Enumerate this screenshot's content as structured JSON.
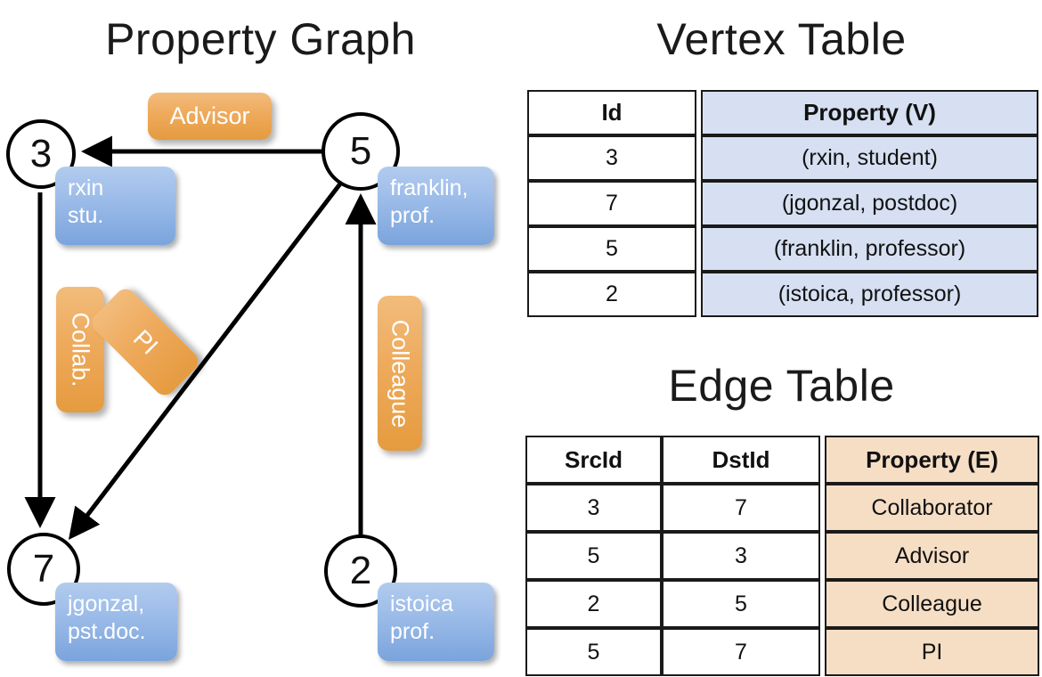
{
  "titles": {
    "property_graph": "Property Graph",
    "vertex_table": "Vertex Table",
    "edge_table": "Edge Table"
  },
  "graph": {
    "nodes": [
      {
        "id": "3",
        "name": "rxin",
        "role": "stu."
      },
      {
        "id": "5",
        "name": "franklin,",
        "role": "prof."
      },
      {
        "id": "7",
        "name": "jgonzal,",
        "role": "pst.doc."
      },
      {
        "id": "2",
        "name": "istoica",
        "role": "prof."
      }
    ],
    "edge_labels": {
      "advisor": "Advisor",
      "collab": "Collab.",
      "pi": "PI",
      "colleague": "Colleague"
    }
  },
  "vertex_table": {
    "headers": [
      "Id",
      "Property (V)"
    ],
    "rows": [
      {
        "id": "3",
        "property": "(rxin, student)"
      },
      {
        "id": "7",
        "property": "(jgonzal, postdoc)"
      },
      {
        "id": "5",
        "property": "(franklin, professor)"
      },
      {
        "id": "2",
        "property": "(istoica, professor)"
      }
    ]
  },
  "edge_table": {
    "headers": [
      "SrcId",
      "DstId",
      "Property (E)"
    ],
    "rows": [
      {
        "src": "3",
        "dst": "7",
        "property": "Collaborator"
      },
      {
        "src": "5",
        "dst": "3",
        "property": "Advisor"
      },
      {
        "src": "2",
        "dst": "5",
        "property": "Colleague"
      },
      {
        "src": "5",
        "dst": "7",
        "property": "PI"
      }
    ]
  },
  "colors": {
    "vertex_property_fill": "#d6e0f2",
    "edge_property_fill": "#f6dec5",
    "node_box_blue": "#9dbde9",
    "edge_label_orange": "#eeaa5c"
  }
}
